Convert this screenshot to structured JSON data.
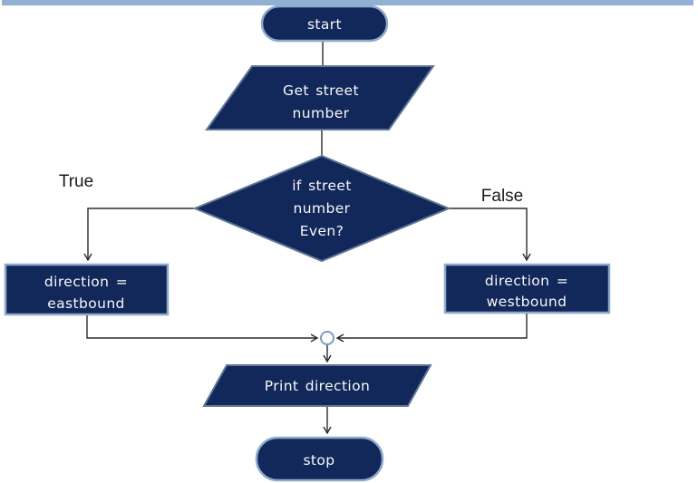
{
  "colors": {
    "top_bar": "#92b1d2",
    "node_fill": "#12275a",
    "node_border_light": "#8fa9c9",
    "node_border_slate": "#5f7795",
    "connector_line": "#2b2b2b",
    "branch_label_text": "#1a1a1a",
    "node_text": "#f8f8f8",
    "junction_border": "#7c9cc0"
  },
  "nodes": {
    "start": {
      "type": "terminator",
      "label": "start"
    },
    "get_street_number": {
      "type": "input",
      "lines": [
        "Get street",
        "number"
      ]
    },
    "decision": {
      "type": "decision",
      "lines": [
        "if street",
        "number",
        "Even?"
      ]
    },
    "eastbound": {
      "type": "process",
      "lines": [
        "direction =",
        "eastbound"
      ]
    },
    "westbound": {
      "type": "process",
      "lines": [
        "direction =",
        "westbound"
      ]
    },
    "print_direction": {
      "type": "output",
      "label": "Print direction"
    },
    "stop": {
      "type": "terminator",
      "label": "stop"
    }
  },
  "branch_labels": {
    "true_label": "True",
    "false_label": "False"
  },
  "flow": {
    "edges": [
      {
        "from": "start",
        "to": "get_street_number",
        "arrow": false
      },
      {
        "from": "get_street_number",
        "to": "decision",
        "arrow": false
      },
      {
        "from": "decision",
        "to": "eastbound",
        "label": "True",
        "arrow": true
      },
      {
        "from": "decision",
        "to": "westbound",
        "label": "False",
        "arrow": true
      },
      {
        "from": "eastbound",
        "to": "merge_junction",
        "arrow": true
      },
      {
        "from": "westbound",
        "to": "merge_junction",
        "arrow": true
      },
      {
        "from": "merge_junction",
        "to": "print_direction",
        "arrow": true
      },
      {
        "from": "print_direction",
        "to": "stop",
        "arrow": true
      }
    ]
  }
}
